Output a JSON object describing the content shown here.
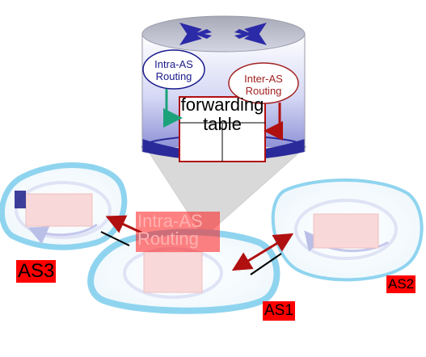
{
  "router": {
    "intra_as_label": "Intra-AS\nRouting",
    "inter_as_label": "Inter-AS\nRouting",
    "forwarding_table_label": "forwarding\ntable"
  },
  "autonomous_systems": [
    {
      "id": "as1",
      "label": "AS1"
    },
    {
      "id": "as2",
      "label": "AS2"
    },
    {
      "id": "as3",
      "label": "AS3"
    }
  ],
  "background_label": "Intra-AS\nRouting",
  "colors": {
    "cylinder_top": "#c7c8d8",
    "cylinder_body": "#d8dbf5",
    "cylinder_band": "#2a2a9a",
    "cross": "#2b2ba8",
    "as_cloud_outline": "#8fd4ef",
    "as_label_bg": "#ff0000",
    "inter_link": "#b01010",
    "intra_arrow": "#1aa37a",
    "inter_arrow": "#b01010",
    "callout": "#dcdcdc"
  }
}
